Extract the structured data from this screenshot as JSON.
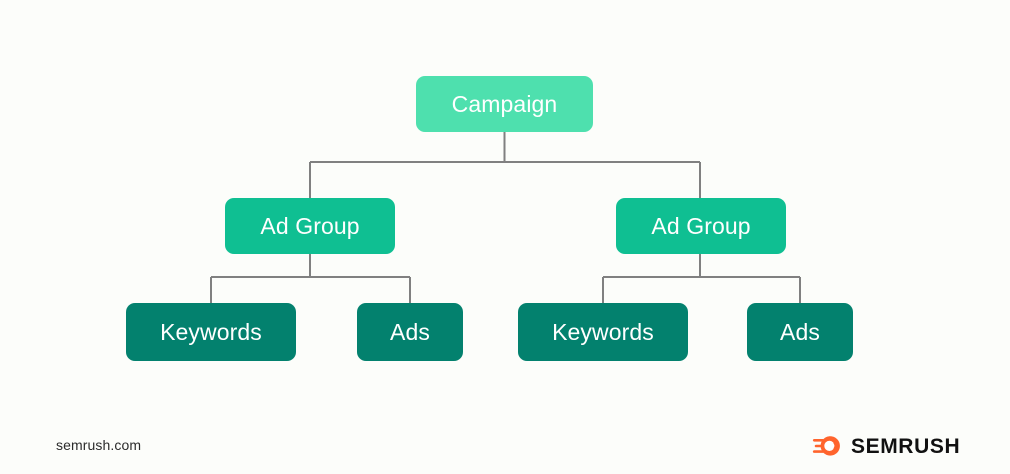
{
  "background_color": "#fcfdfa",
  "diagram": {
    "type": "hierarchy-tree",
    "connector_color": "#808080",
    "levels": [
      {
        "level": 1,
        "color": "#4ee0ae",
        "nodes": [
          {
            "id": "campaign",
            "label": "Campaign"
          }
        ]
      },
      {
        "level": 2,
        "color": "#0fbf92",
        "nodes": [
          {
            "id": "adgroup-left",
            "label": "Ad Group"
          },
          {
            "id": "adgroup-right",
            "label": "Ad Group"
          }
        ]
      },
      {
        "level": 3,
        "color": "#03816e",
        "nodes": [
          {
            "id": "keywords-left",
            "label": "Keywords"
          },
          {
            "id": "ads-left",
            "label": "Ads"
          },
          {
            "id": "keywords-right",
            "label": "Keywords"
          },
          {
            "id": "ads-right",
            "label": "Ads"
          }
        ]
      }
    ]
  },
  "footer": {
    "url": "semrush.com",
    "brand": {
      "wordmark": "SEMRUSH",
      "mark_color": "#ff642d",
      "mark_icon": "semrush-comet-icon"
    }
  }
}
